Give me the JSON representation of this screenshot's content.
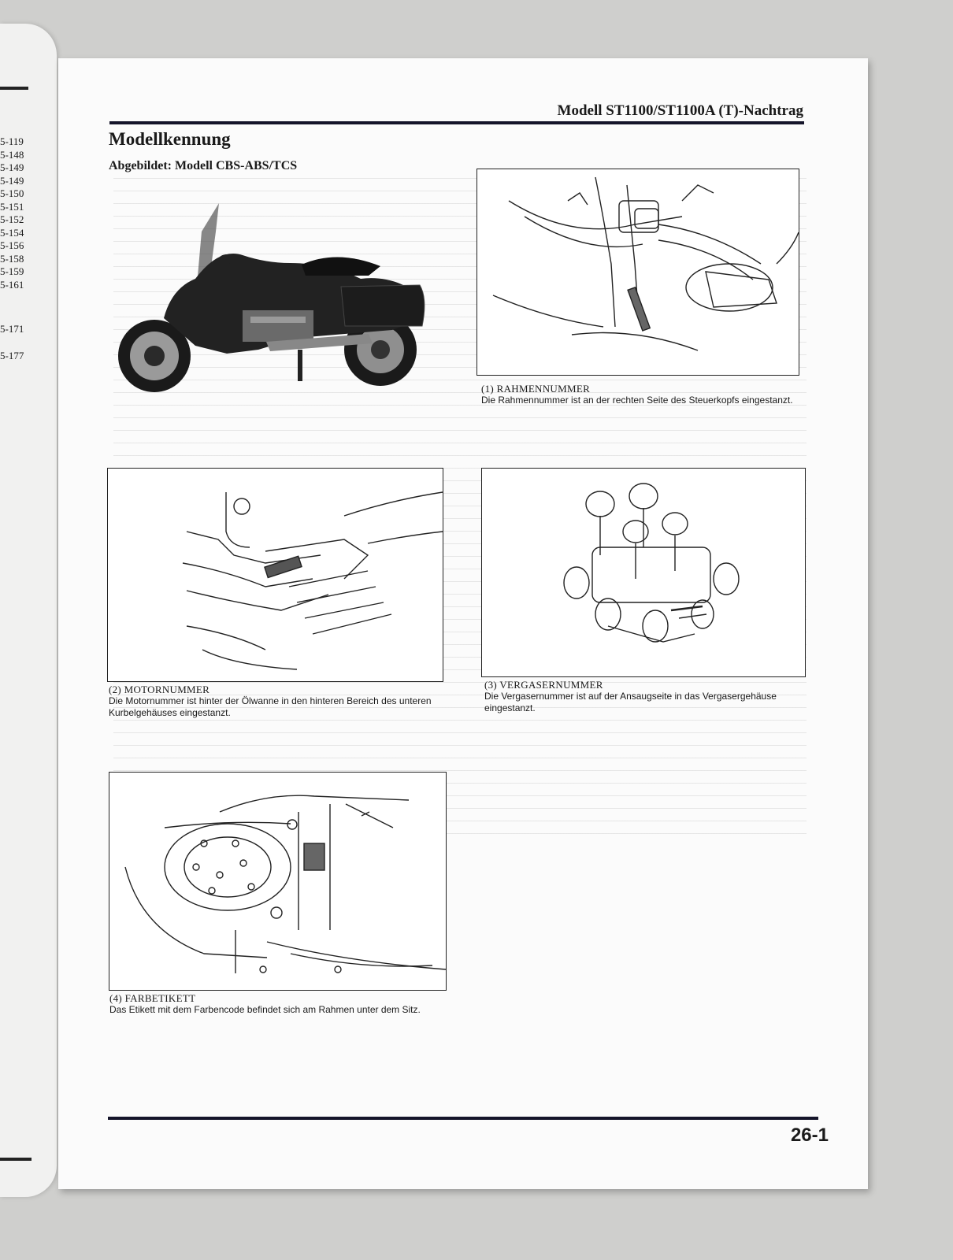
{
  "left_page": {
    "numbers": [
      "5-119",
      "5-148",
      "5-149",
      "5-149",
      "5-150",
      "5-151",
      "5-152",
      "5-154",
      "5-156",
      "5-158",
      "5-159",
      "5-161"
    ],
    "extra_1": "5-171",
    "extra_2": "5-177"
  },
  "header": {
    "title": "Modell ST1100/ST1100A (T)-Nachtrag"
  },
  "section": {
    "title": "Modellkennung",
    "subtitle": "Abgebildet: Modell CBS-ABS/TCS"
  },
  "figures": [
    {
      "number": "(1) RAHMENNUMMER",
      "text": "Die Rahmennummer ist an der rechten Seite des Steuerkopfs eingestanzt."
    },
    {
      "number": "(2) MOTORNUMMER",
      "text": "Die Motornummer ist hinter der Ölwanne in den hinteren Bereich des unteren Kurbelgehäuses eingestanzt."
    },
    {
      "number": "(3) VERGASERNUMMER",
      "text": "Die Vergasernummer ist auf der Ansaugseite in das Vergasergehäuse eingestanzt."
    },
    {
      "number": "(4) FARBETIKETT",
      "text": "Das Etikett mit dem Farbencode befindet sich am Rahmen unter dem Sitz."
    }
  ],
  "footer": {
    "page_number": "26-1"
  }
}
